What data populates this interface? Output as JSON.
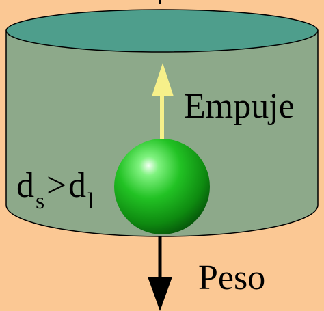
{
  "labels": {
    "buoyancy": "Empuje",
    "weight": "Peso",
    "density_solid_base": "d",
    "density_solid_sub": "s",
    "comparison": ">",
    "density_liquid_base": "d",
    "density_liquid_sub": "l"
  },
  "colors": {
    "background": "#FBC894",
    "cylinder_body": "#8DA98A",
    "liquid_surface": "#4E9E8C",
    "outline": "#000000",
    "buoyancy_arrow": "#F6F08A",
    "weight_arrow": "#000000",
    "sphere": "#22C224"
  }
}
